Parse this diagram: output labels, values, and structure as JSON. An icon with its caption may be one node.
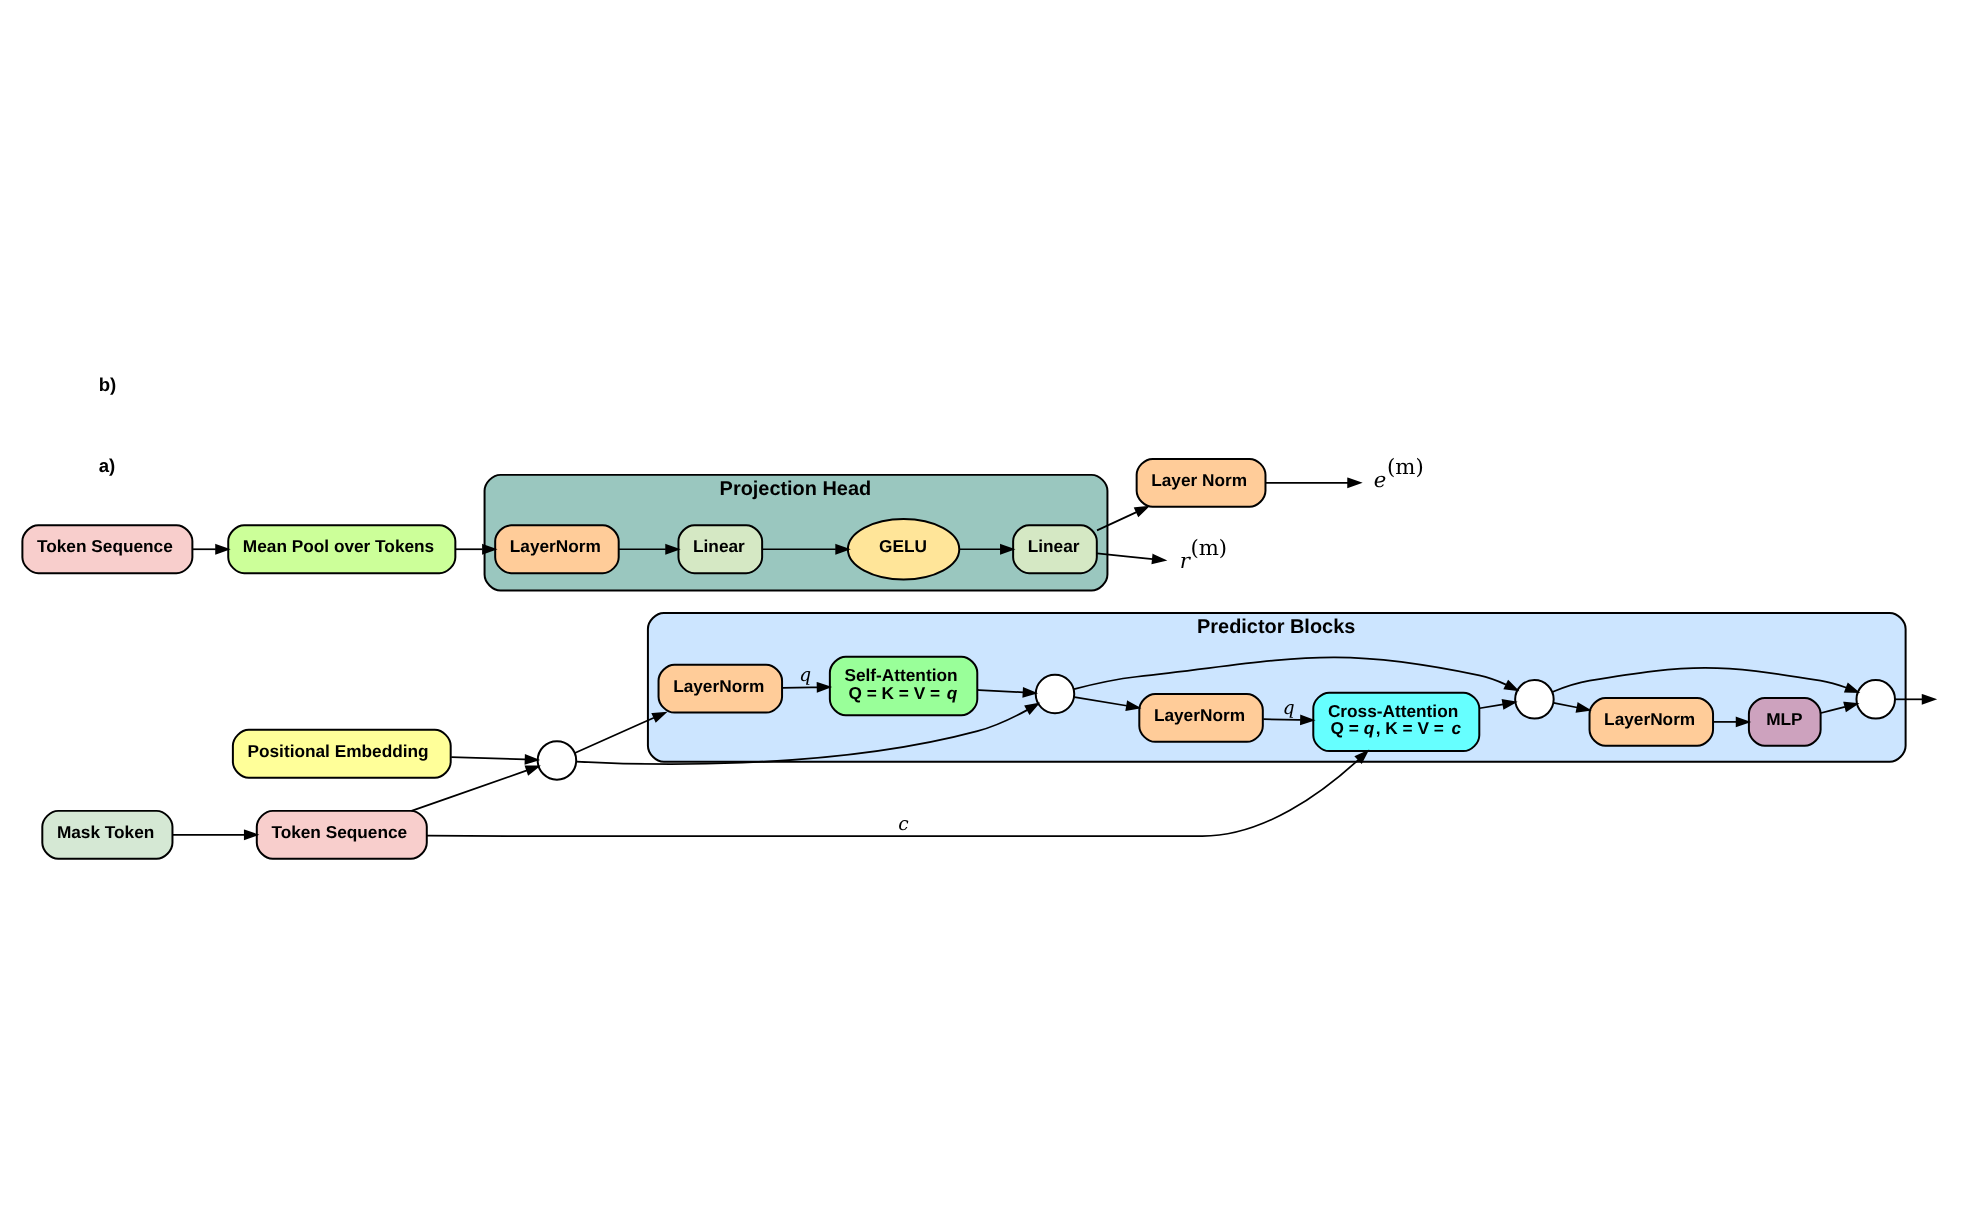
{
  "diagram": {
    "nodes": [
      {
        "text": [
          "Predictor Blocks"
        ]
      },
      {
        "text": [
          "Positional Embedding"
        ]
      },
      {
        "text": [
          "Mask Token"
        ]
      },
      {
        "text": [
          "Token Sequence"
        ]
      },
      {
        "text": [],
        "shape": "circle"
      },
      {
        "text": [
          "LayerNorm"
        ],
        "in": 0
      },
      {
        "text": [
          "Self-Attention",
          "Q = K = V = *q*"
        ],
        "in": 0
      },
      {
        "text": [],
        "shape": "circle",
        "in": 0
      },
      {
        "text": [
          "LayerNorm"
        ],
        "in": 0
      },
      {
        "text": [
          "Cross-Attention",
          "Q = *q*, K = V = *c*"
        ],
        "in": 0
      },
      {
        "text": [],
        "shape": "circle",
        "in": 0
      },
      {
        "text": [
          "LayerNorm"
        ],
        "in": 0
      },
      {
        "text": [
          "MLP"
        ],
        "in": 0
      },
      {
        "text": [],
        "shape": "circle",
        "in": 0
      },
      {
        "text": [
          "Projection Head"
        ]
      },
      {
        "text": [
          "Token Sequence"
        ]
      },
      {
        "text": [
          "Mean Pool over Tokens"
        ]
      },
      {
        "text": [
          "LayerNorm"
        ],
        "in": 14
      },
      {
        "text": [
          "Linear"
        ],
        "in": 14
      },
      {
        "text": [
          "GELU"
        ],
        "in": 14
      },
      {
        "text": [
          "Linear"
        ],
        "in": 14
      },
      {
        "text": [
          "Layer Norm"
        ]
      },
      {
        "text": [
          "*e*$^{(m)}$"
        ]
      },
      {
        "text": [
          "*r*$^{(m)}$"
        ]
      }
    ],
    "edges": [
      {
        "from": 2,
        "to": 3,
        "arrow": "to"
      },
      {
        "from": 1,
        "to": 4,
        "arrow": "to"
      },
      {
        "from": 3,
        "to": 4,
        "arrow": "to"
      },
      {
        "from": 4,
        "to": 5,
        "arrow": "to"
      },
      {
        "from": 5,
        "to": 6,
        "arrow": "to",
        "label": "q"
      },
      {
        "from": 6,
        "to": 7,
        "arrow": "to"
      },
      {
        "from": 4,
        "to": 7,
        "arrow": "to"
      },
      {
        "from": 7,
        "to": 8,
        "arrow": "to"
      },
      {
        "from": 8,
        "to": 9,
        "arrow": "to",
        "label": "q"
      },
      {
        "from": 9,
        "to": 10,
        "arrow": "to"
      },
      {
        "from": 7,
        "to": 10,
        "arrow": "to"
      },
      {
        "from": 10,
        "to": 11,
        "arrow": "to"
      },
      {
        "from": 11,
        "to": 12,
        "arrow": "to"
      },
      {
        "from": 12,
        "to": 13,
        "arrow": "to"
      },
      {
        "from": 10,
        "to": 13,
        "arrow": "to"
      },
      {
        "from": 13,
        "to": null,
        "arrow": "to"
      },
      {
        "from": 3,
        "to": 9,
        "arrow": "to",
        "label": "c"
      },
      {
        "from": 15,
        "to": 16,
        "arrow": "to"
      },
      {
        "from": 16,
        "to": 17,
        "arrow": "to"
      },
      {
        "from": 17,
        "to": 18,
        "arrow": "to"
      },
      {
        "from": 18,
        "to": 19,
        "arrow": "to"
      },
      {
        "from": 19,
        "to": 20,
        "arrow": "to"
      },
      {
        "from": 20,
        "to": 21,
        "arrow": "to"
      },
      {
        "from": 21,
        "to": 22,
        "arrow": "to"
      },
      {
        "from": 20,
        "to": 23,
        "arrow": "to"
      }
    ],
    "labels": [
      "a)",
      "b)"
    ]
  }
}
